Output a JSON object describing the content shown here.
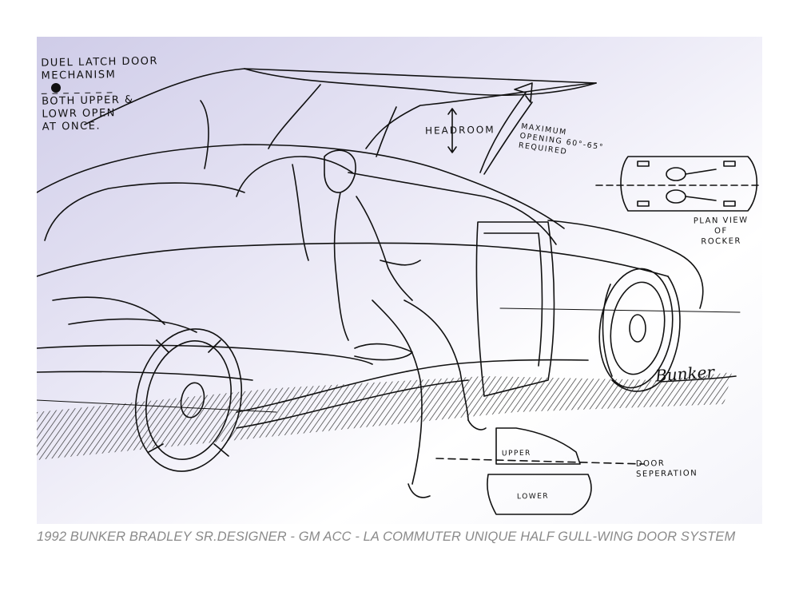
{
  "notes": {
    "latch_line1": "DUEL LATCH DOOR",
    "latch_line2": "MECHANISM",
    "latch_divider": "_ _ _ _ _ _ _",
    "latch_line3": "BOTH UPPER &",
    "latch_line4": "LOWR OPEN",
    "latch_line5": "AT ONCE.",
    "headroom": "HEADROOM",
    "opening_line1": "MAXIMUM",
    "opening_line2": "OPENING 60°-65°",
    "opening_line3": "REQUIRED",
    "plan_line1": "PLAN VIEW",
    "plan_line2": "OF",
    "plan_line3": "ROCKER",
    "upper": "UPPER",
    "lower": "LOWER",
    "door_line1": "DOOR",
    "door_line2": "SEPERATION"
  },
  "signature": "Bunker",
  "caption": "1992 BUNKER BRADLEY SR.DESIGNER - GM ACC - LA COMMUTER  UNIQUE HALF GULL-WING DOOR SYSTEM",
  "colors": {
    "paper_gradient_start": "#d9d6ee",
    "paper_gradient_end": "#ffffff",
    "ink": "#111111",
    "caption": "#8a8a8a"
  }
}
